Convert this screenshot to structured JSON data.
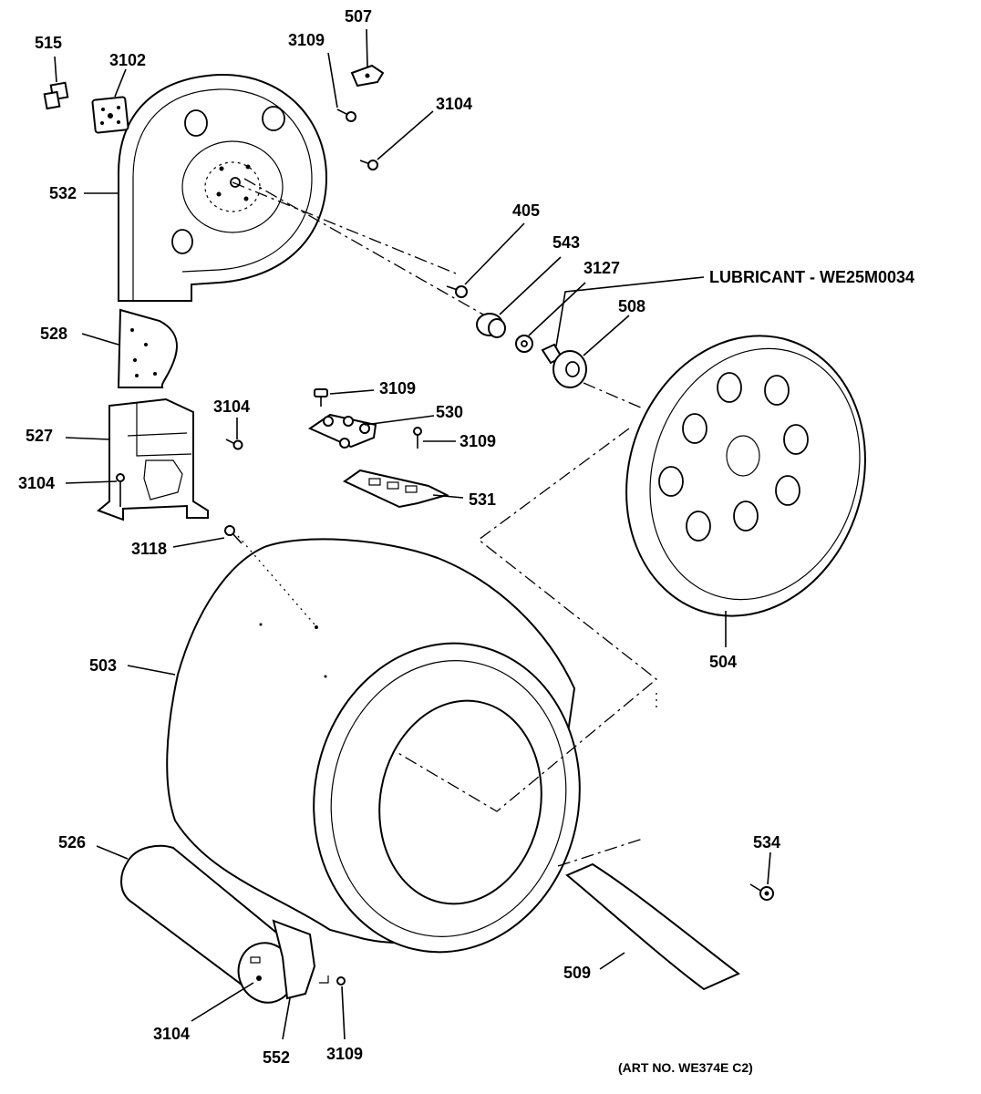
{
  "labels": {
    "p515": "515",
    "p3102": "3102",
    "p3109_top": "3109",
    "p507": "507",
    "p3104_top": "3104",
    "p532": "532",
    "p405": "405",
    "p543": "543",
    "p3127": "3127",
    "lubricant": "LUBRICANT - WE25M0034",
    "p508": "508",
    "p528": "528",
    "p3109_mid": "3109",
    "p3104_bracket": "3104",
    "p530": "530",
    "p527": "527",
    "p3109_530": "3109",
    "p3104_left": "3104",
    "p531": "531",
    "p3118": "3118",
    "p503": "503",
    "p504": "504",
    "p526": "526",
    "p534": "534",
    "p509": "509",
    "p3104_bottom": "3104",
    "p552": "552",
    "p3109_bottom": "3109",
    "art_no": "(ART NO. WE374E C2)"
  }
}
